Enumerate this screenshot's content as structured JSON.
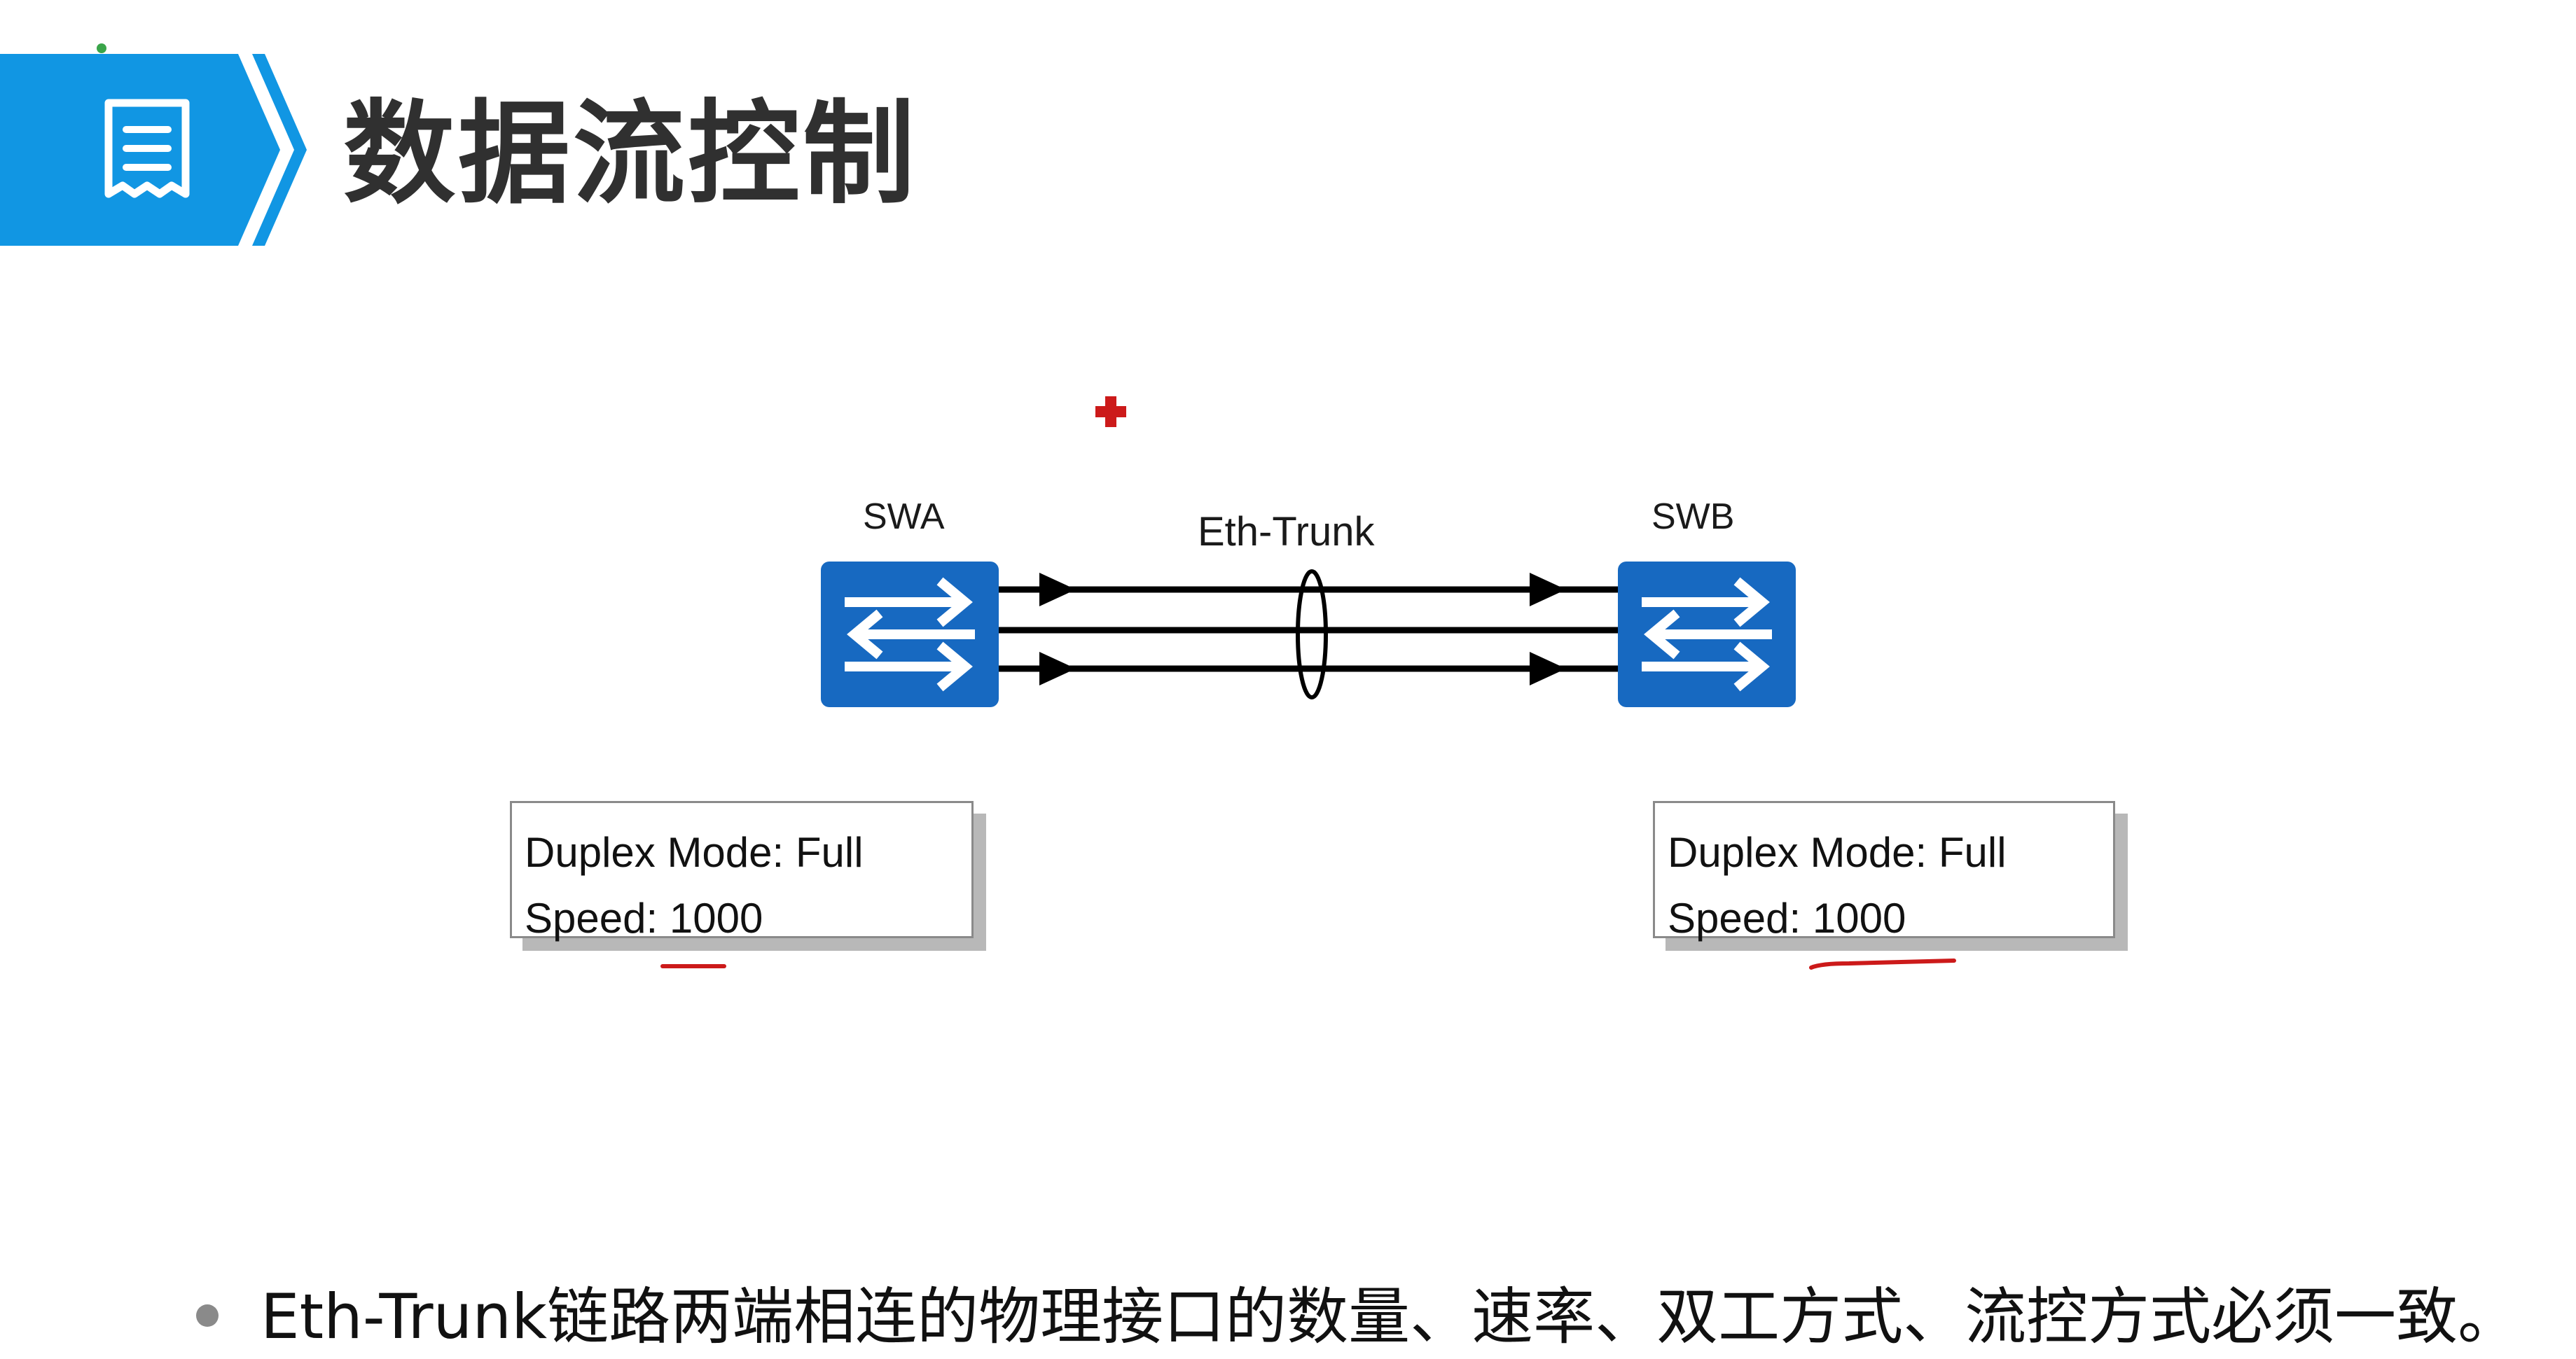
{
  "slide": {
    "title": "数据流控制",
    "bullet": "Eth-Trunk链路两端相连的物理接口的数量、速率、双工方式、流控方式必须一致。"
  },
  "diagram": {
    "swa_label": "SWA",
    "swb_label": "SWB",
    "trunk_label": "Eth-Trunk",
    "left_box": {
      "line1": "Duplex Mode: Full",
      "line2": "Speed: 1000"
    },
    "right_box": {
      "line1": "Duplex Mode: Full",
      "line2": "Speed: 1000"
    }
  },
  "colors": {
    "accent": "#1196e3",
    "switch": "#1769c1",
    "annotation": "#cc1a1a"
  },
  "icons": [
    "document-icon",
    "switch-icon",
    "cursor-marker-icon"
  ]
}
